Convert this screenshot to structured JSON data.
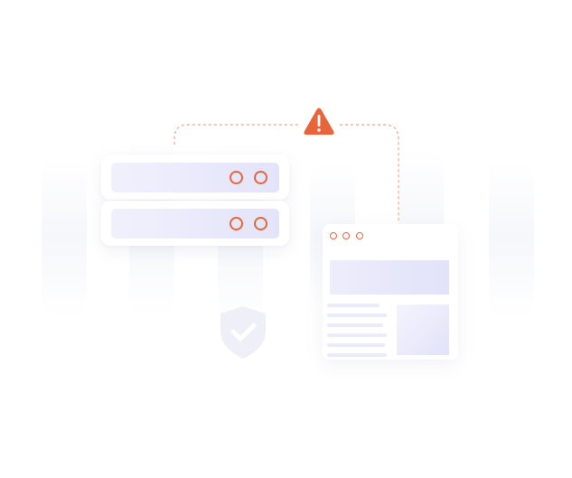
{
  "illustration": {
    "colors": {
      "accent": "#e8643a",
      "panel_light": "#f1f1fc",
      "panel_dark": "#e3e3fb",
      "line": "#ebebf9",
      "shield": "#f0f1f8",
      "background": "#ffffff"
    },
    "icons": {
      "warning": "warning-triangle-icon",
      "shield": "shield-check-icon",
      "server_indicator": "status-ring-icon",
      "window_controls": "window-dot-icon"
    },
    "server_rack": {
      "unit_count": 2,
      "indicators_per_unit": 2
    },
    "browser_window": {
      "control_dot_count": 3,
      "text_line_count": 6
    }
  }
}
